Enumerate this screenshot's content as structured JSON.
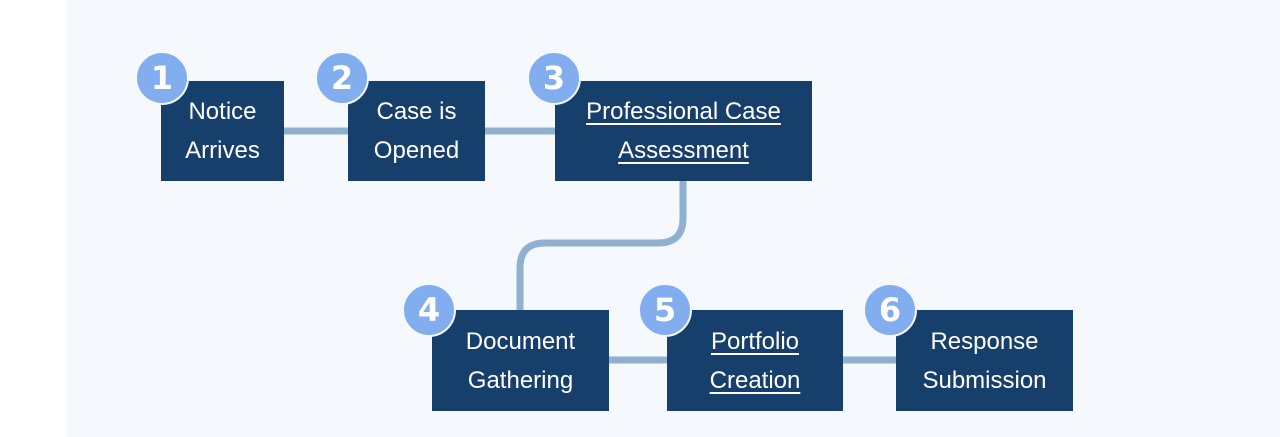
{
  "colors": {
    "box": "#173f6b",
    "connector": "#8fb0cf",
    "badge": "#82aef0",
    "background": "#f5f9fd"
  },
  "steps": [
    {
      "number": "1",
      "line1": "Notice",
      "line2": "Arrives",
      "linked": false
    },
    {
      "number": "2",
      "line1": "Case is",
      "line2": "Opened",
      "linked": false
    },
    {
      "number": "3",
      "line1": "Professional Case",
      "line2": "Assessment",
      "linked": true
    },
    {
      "number": "4",
      "line1": "Document",
      "line2": "Gathering",
      "linked": false
    },
    {
      "number": "5",
      "line1": "Portfolio",
      "line2": "Creation",
      "linked": true
    },
    {
      "number": "6",
      "line1": "Response",
      "line2": "Submission",
      "linked": false
    }
  ]
}
